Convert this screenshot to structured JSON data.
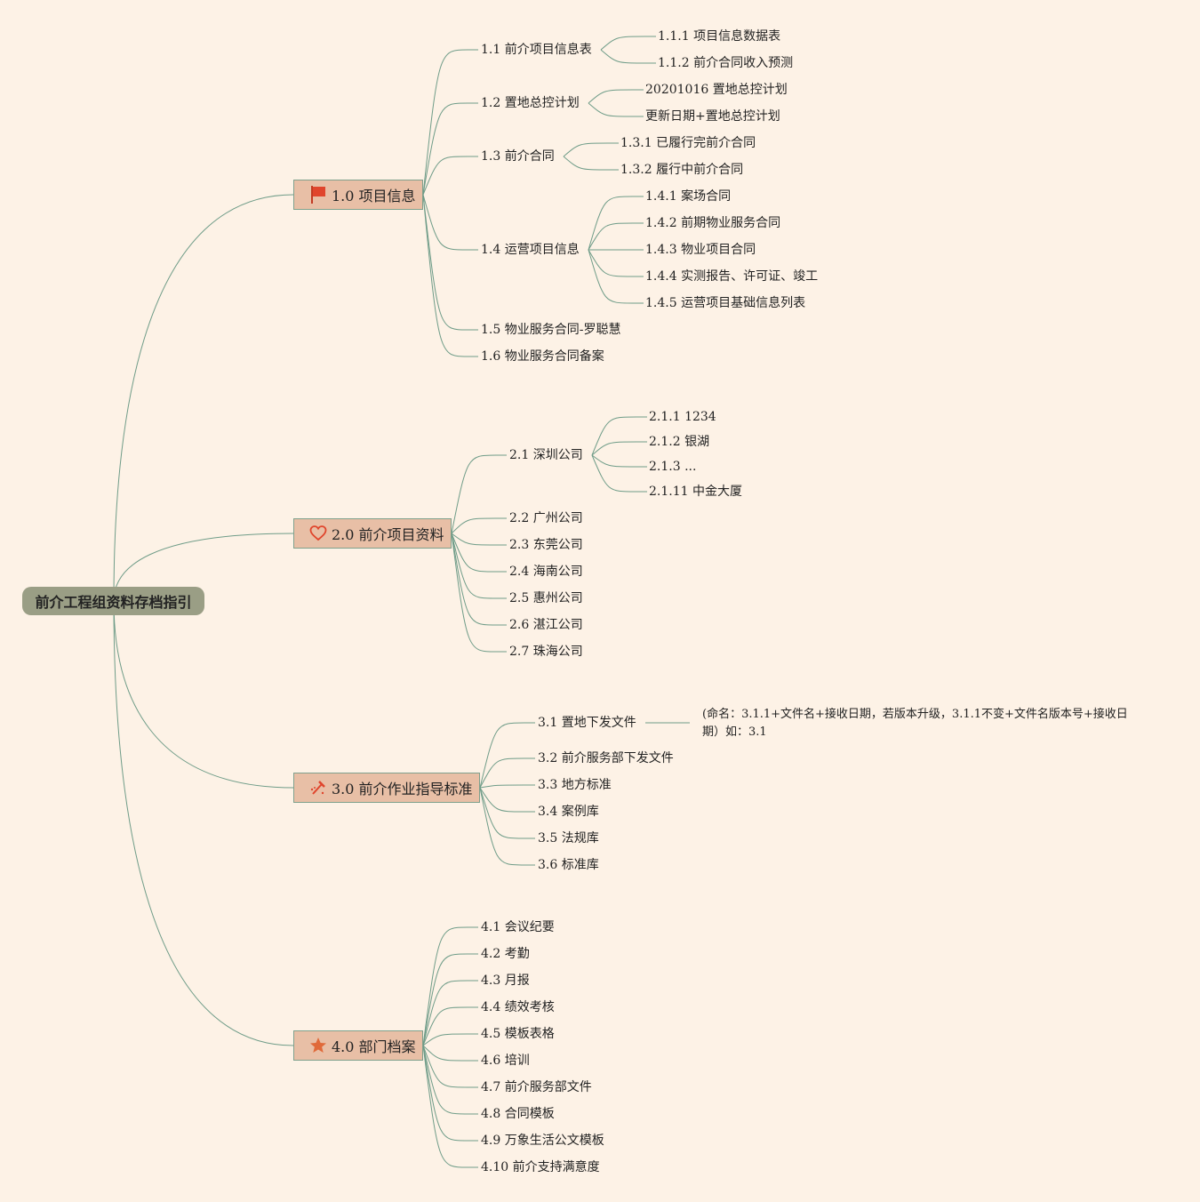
{
  "root": "前介工程组资料存档指引",
  "branches": [
    {
      "label": "1.0 项目信息",
      "icon": "flag-icon",
      "children": [
        {
          "label": "1.1 前介项目信息表",
          "children": [
            {
              "label": "1.1.1 项目信息数据表"
            },
            {
              "label": "1.1.2 前介合同收入预测"
            }
          ]
        },
        {
          "label": "1.2 置地总控计划",
          "children": [
            {
              "label": "20201016 置地总控计划"
            },
            {
              "label": "更新日期+置地总控计划"
            }
          ]
        },
        {
          "label": "1.3 前介合同",
          "children": [
            {
              "label": "1.3.1 已履行完前介合同"
            },
            {
              "label": "1.3.2 履行中前介合同"
            }
          ]
        },
        {
          "label": "1.4 运营项目信息",
          "children": [
            {
              "label": "1.4.1 案场合同"
            },
            {
              "label": "1.4.2 前期物业服务合同"
            },
            {
              "label": "1.4.3 物业项目合同"
            },
            {
              "label": "1.4.4 实测报告、许可证、竣工"
            },
            {
              "label": "1.4.5 运营项目基础信息列表"
            }
          ]
        },
        {
          "label": "1.5 物业服务合同-罗聪慧"
        },
        {
          "label": "1.6 物业服务合同备案"
        }
      ]
    },
    {
      "label": "2.0 前介项目资料",
      "icon": "heart-icon",
      "children": [
        {
          "label": "2.1 深圳公司",
          "children": [
            {
              "label": "2.1.1 1234"
            },
            {
              "label": "2.1.2 银湖"
            },
            {
              "label": "2.1.3 ..."
            },
            {
              "label": "2.1.11 中金大厦"
            }
          ]
        },
        {
          "label": "2.2 广州公司"
        },
        {
          "label": "2.3 东莞公司"
        },
        {
          "label": "2.4 海南公司"
        },
        {
          "label": "2.5 惠州公司"
        },
        {
          "label": "2.6 湛江公司"
        },
        {
          "label": "2.7 珠海公司"
        }
      ]
    },
    {
      "label": "3.0 前介作业指导标准",
      "icon": "hammer-icon",
      "children": [
        {
          "label": "3.1 置地下发文件",
          "note": "(命名：3.1.1+文件名+接收日期，若版本升级，3.1.1不变+文件名版本号+接收日期）如：3.1"
        },
        {
          "label": "3.2 前介服务部下发文件"
        },
        {
          "label": "3.3 地方标准"
        },
        {
          "label": "3.4 案例库"
        },
        {
          "label": "3.5 法规库"
        },
        {
          "label": "3.6 标准库"
        }
      ]
    },
    {
      "label": "4.0 部门档案",
      "icon": "star-icon",
      "children": [
        {
          "label": "4.1 会议纪要"
        },
        {
          "label": "4.2 考勤"
        },
        {
          "label": "4.3 月报"
        },
        {
          "label": "4.4 绩效考核"
        },
        {
          "label": "4.5 模板表格"
        },
        {
          "label": "4.6 培训"
        },
        {
          "label": "4.7 前介服务部文件"
        },
        {
          "label": "4.8 合同模板"
        },
        {
          "label": "4.9 万象生活公文模板"
        },
        {
          "label": "4.10 前介支持满意度"
        }
      ]
    }
  ],
  "colors": {
    "background": "#fdf2e6",
    "line": "#6f9c88",
    "root_fill": "#9a9e85",
    "main_fill": "#e8bfa6",
    "icon_red": "#e0452c",
    "icon_orange": "#e06a3a"
  }
}
